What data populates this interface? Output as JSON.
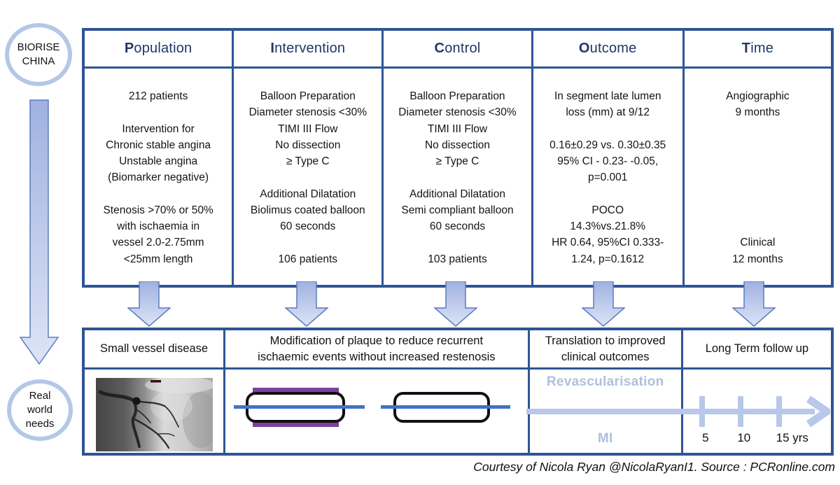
{
  "badges": {
    "top_circle": {
      "lines": [
        "BIORISE",
        "CHINA"
      ]
    },
    "bottom_circle": {
      "lines": [
        "Real",
        "world",
        "needs"
      ]
    }
  },
  "picot_table": {
    "columns": [
      {
        "header_initial": "P",
        "header_rest": "opulation",
        "body": [
          "212 patients",
          "",
          "Intervention for",
          "Chronic stable angina",
          "Unstable angina",
          "(Biomarker negative)",
          "",
          "Stenosis >70% or 50%",
          "with ischaemia in",
          "vessel 2.0-2.75mm",
          "<25mm length"
        ]
      },
      {
        "header_initial": "I",
        "header_rest": "ntervention",
        "body": [
          "Balloon Preparation",
          "Diameter stenosis <30%",
          "TIMI III Flow",
          "No dissection",
          "≥ Type C",
          "",
          "Additional Dilatation",
          "Biolimus coated balloon",
          "60 seconds",
          "",
          "106 patients"
        ]
      },
      {
        "header_initial": "C",
        "header_rest": "ontrol",
        "body": [
          "Balloon Preparation",
          "Diameter stenosis <30%",
          "TIMI III Flow",
          "No dissection",
          "≥ Type C",
          "",
          "Additional Dilatation",
          "Semi compliant balloon",
          "60 seconds",
          "",
          "103 patients"
        ]
      },
      {
        "header_initial": "O",
        "header_rest": "utcome",
        "body": [
          "In segment late lumen",
          "loss (mm) at 9/12",
          "",
          "0.16±0.29 vs. 0.30±0.35",
          "95% CI - 0.23- -0.05,",
          "p=0.001",
          "",
          "POCO",
          "14.3%vs.21.8%",
          "HR 0.64, 95%CI 0.333-",
          "1.24, p=0.1612"
        ]
      },
      {
        "header_initial": "T",
        "header_rest": "ime",
        "body": [
          "Angiographic",
          "9 months",
          "",
          "",
          "",
          "",
          "",
          "",
          "",
          "Clinical",
          "12 months"
        ]
      }
    ]
  },
  "summary_table": {
    "cells": [
      {
        "label": "Small vessel disease"
      },
      {
        "label": "Modification of plaque to reduce recurrent ischaemic events without increased restenosis"
      },
      {
        "label": "Translation to improved clinical outcomes"
      },
      {
        "label": "Long Term follow up"
      }
    ]
  },
  "bottom_row": {
    "outcome_flow": {
      "top": "Revascularisation",
      "bottom": "MI"
    },
    "timeline": {
      "ticks": [
        "5",
        "10",
        "15 yrs"
      ]
    }
  },
  "attribution": "Courtesy of Nicola Ryan @NicolaRyanI1. Source : PCRonline.com",
  "colors": {
    "table_border": "#2F5496",
    "header_text": "#1F3864",
    "body_text": "#141414",
    "circle_ring": "#B4C7E7",
    "block_arrow_fill_top": "#9FB1E0",
    "block_arrow_fill_bottom": "#DDE4F6",
    "block_arrow_stroke": "#5B7BC0",
    "timeline_blue": "#B7C8EA",
    "outcome_flow_text": "#AFC0DE",
    "balloon_coating_purple": "#7E3F9D",
    "guidewire_blue": "#4472C4"
  }
}
